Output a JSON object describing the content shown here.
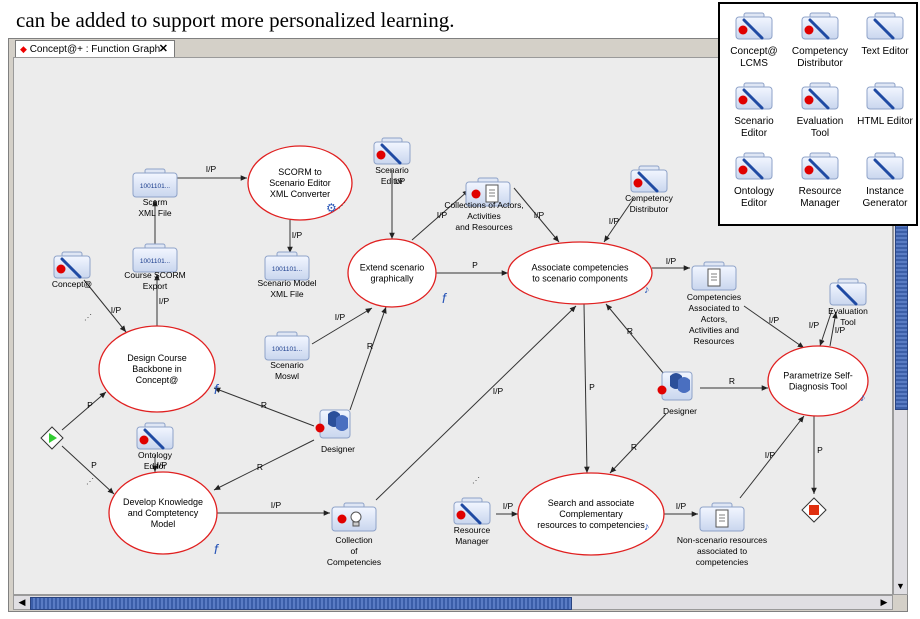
{
  "caption": "can be added to support more personalized learning.",
  "tab": {
    "label": "Concept@+ : Function Graph",
    "close": "✕"
  },
  "palette": [
    {
      "label": "Concept@ LCMS",
      "kind": "red"
    },
    {
      "label": "Competency Distributor",
      "kind": "red"
    },
    {
      "label": "Text Editor",
      "kind": "plain"
    },
    {
      "label": "Scenario Editor",
      "kind": "red"
    },
    {
      "label": "Evaluation Tool",
      "kind": "red"
    },
    {
      "label": "HTML Editor",
      "kind": "plain"
    },
    {
      "label": "Ontology Editor",
      "kind": "red"
    },
    {
      "label": "Resource Manager",
      "kind": "red"
    },
    {
      "label": "Instance Generator",
      "kind": "plain"
    }
  ],
  "diagram": {
    "functions": [
      {
        "id": "scorm_conv",
        "lines": [
          "SCORM to",
          "Scenario Editor",
          "XML Converter"
        ]
      },
      {
        "id": "extend",
        "lines": [
          "Extend scenario",
          "graphically"
        ]
      },
      {
        "id": "associate",
        "lines": [
          "Associate competencies",
          "to scenario components"
        ]
      },
      {
        "id": "design",
        "lines": [
          "Design Course",
          "Backbone in",
          "Concept@"
        ]
      },
      {
        "id": "parametrize",
        "lines": [
          "Parametrize Self-",
          "Diagnosis Tool"
        ]
      },
      {
        "id": "develop",
        "lines": [
          "Develop Knowledge",
          "and Comptetency",
          "Model"
        ]
      },
      {
        "id": "search",
        "lines": [
          "Search and associate",
          "Complementary",
          "resources to competencies"
        ]
      }
    ],
    "resources": [
      {
        "id": "scorm_xml",
        "icon": "1001101...",
        "lines": [
          "Scorm",
          "XML File"
        ]
      },
      {
        "id": "course_scorm",
        "icon": "1001101...",
        "lines": [
          "Course SCORM",
          "Export"
        ]
      },
      {
        "id": "scen_xml",
        "icon": "1001101...",
        "lines": [
          "Scenario Model",
          "XML File"
        ]
      },
      {
        "id": "scen_moswl",
        "icon": "1001101...",
        "lines": [
          "Scenario",
          "Moswl"
        ]
      },
      {
        "id": "collections",
        "lines": [
          "Collections of Actors,",
          "Activities",
          "and Resources"
        ]
      },
      {
        "id": "comp_assoc",
        "lines": [
          "Competencies",
          "Associated to",
          "Actors,",
          "Activities and",
          "Resources"
        ]
      },
      {
        "id": "coll_comp",
        "lines": [
          "Collection",
          "of",
          "Competencies"
        ]
      },
      {
        "id": "non_scen",
        "lines": [
          "Non-scenario resources",
          "associated to",
          "competencies"
        ]
      }
    ],
    "tools": [
      {
        "id": "concept",
        "lines": [
          "Concept@"
        ]
      },
      {
        "id": "scen_editor",
        "lines": [
          "Scenario",
          "Editor"
        ]
      },
      {
        "id": "comp_dist",
        "lines": [
          "Competency",
          "Distributor"
        ]
      },
      {
        "id": "ontology",
        "lines": [
          "Ontology",
          "Editor"
        ]
      },
      {
        "id": "res_mgr",
        "lines": [
          "Resource",
          "Manager"
        ]
      },
      {
        "id": "eval_tool",
        "lines": [
          "Evaluation",
          "Tool"
        ]
      }
    ],
    "actors": [
      {
        "id": "designer1",
        "label": "Designer"
      },
      {
        "id": "designer2",
        "label": "Designer"
      }
    ],
    "links": {
      "io": "I/P",
      "p": "P",
      "r": "R"
    }
  }
}
